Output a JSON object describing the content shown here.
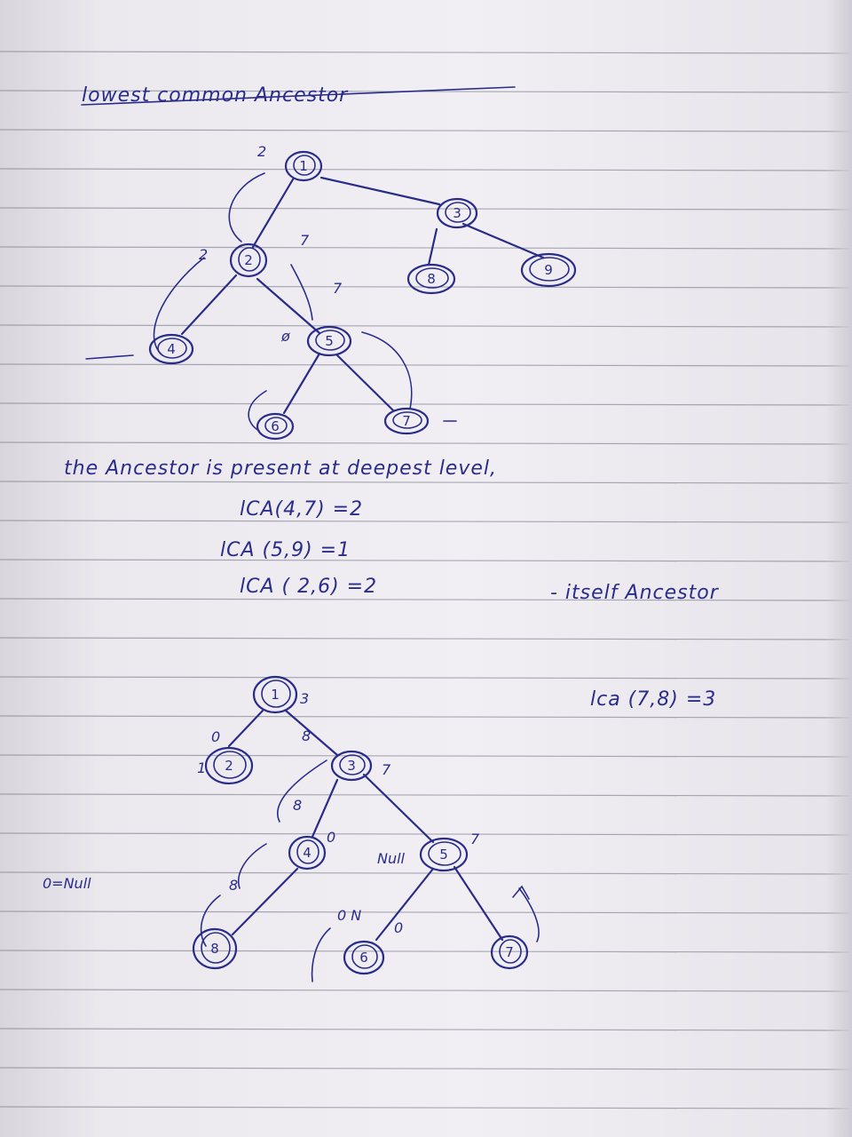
{
  "title": "lowest common Ancestor",
  "tree1": {
    "nodes": [
      {
        "id": "1",
        "label": "1"
      },
      {
        "id": "2",
        "label": "2"
      },
      {
        "id": "3",
        "label": "3"
      },
      {
        "id": "4",
        "label": "4"
      },
      {
        "id": "5",
        "label": "5"
      },
      {
        "id": "6",
        "label": "6"
      },
      {
        "id": "7",
        "label": "7"
      },
      {
        "id": "8",
        "label": "8"
      },
      {
        "id": "9",
        "label": "9"
      }
    ],
    "annotations": {
      "a_return_2": "2",
      "a_left_2": "2",
      "a_seven_1": "7",
      "a_seven_2": "7",
      "a_null": "ø"
    }
  },
  "notes": {
    "line1": "the Ancestor is present at deepest level,",
    "line2": "lCA(4,7) =2",
    "line3": "lCA (5,9) =1",
    "line4": "lCA ( 2,6) =2",
    "line4_note": "- itself Ancestor"
  },
  "tree2_label": "lca (7,8) =3",
  "tree2": {
    "nodes": [
      {
        "id": "1",
        "label": "1"
      },
      {
        "id": "2",
        "label": "2"
      },
      {
        "id": "3",
        "label": "3"
      },
      {
        "id": "4",
        "label": "4"
      },
      {
        "id": "5",
        "label": "5"
      },
      {
        "id": "6",
        "label": "6"
      },
      {
        "id": "7",
        "label": "7"
      },
      {
        "id": "8",
        "label": "8"
      }
    ],
    "annotations": {
      "n1_val": "3",
      "n3_val": "7",
      "n5_val": "7",
      "n5_null": "Null",
      "n4_zero": "0",
      "n6_zero": "0",
      "left_null": "0=Null",
      "ret_8a": "8",
      "ret_8b": "8",
      "ret_8c": "8",
      "ret_0": "0",
      "ret_1": "1",
      "n6_on": "0 N"
    }
  },
  "colors": {
    "ink": "#2a2c8a",
    "paper": "#efedf2",
    "rule": "#8c8f99"
  }
}
